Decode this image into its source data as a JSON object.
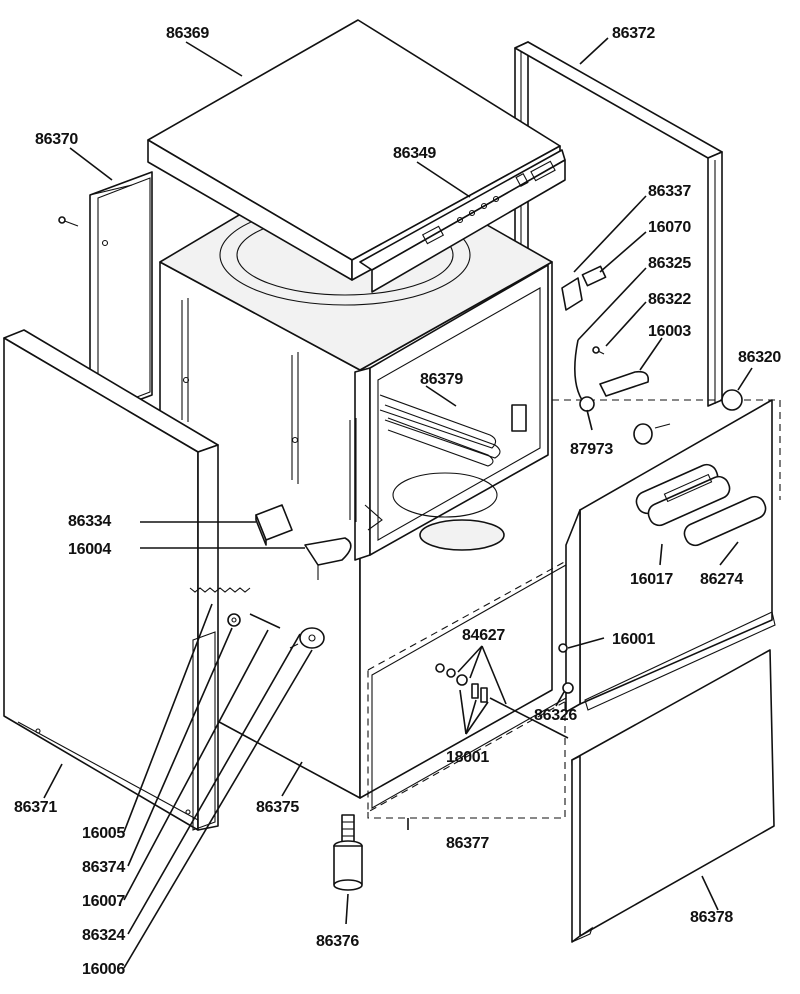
{
  "parts": [
    {
      "key": "p86369",
      "number": "86369"
    },
    {
      "key": "p86372",
      "number": "86372"
    },
    {
      "key": "p86370",
      "number": "86370"
    },
    {
      "key": "p86349",
      "number": "86349"
    },
    {
      "key": "p86337",
      "number": "86337"
    },
    {
      "key": "p16070",
      "number": "16070"
    },
    {
      "key": "p86325",
      "number": "86325"
    },
    {
      "key": "p86322",
      "number": "86322"
    },
    {
      "key": "p16003",
      "number": "16003"
    },
    {
      "key": "p86320",
      "number": "86320"
    },
    {
      "key": "p86379",
      "number": "86379"
    },
    {
      "key": "p87973",
      "number": "87973"
    },
    {
      "key": "p86334",
      "number": "86334"
    },
    {
      "key": "p16004",
      "number": "16004"
    },
    {
      "key": "p16017",
      "number": "16017"
    },
    {
      "key": "p86274",
      "number": "86274"
    },
    {
      "key": "p84627",
      "number": "84627"
    },
    {
      "key": "p16001",
      "number": "16001"
    },
    {
      "key": "p86326",
      "number": "86326"
    },
    {
      "key": "p18001",
      "number": "18001"
    },
    {
      "key": "p86371",
      "number": "86371"
    },
    {
      "key": "p86375",
      "number": "86375"
    },
    {
      "key": "p86377",
      "number": "86377"
    },
    {
      "key": "p16005",
      "number": "16005"
    },
    {
      "key": "p86374",
      "number": "86374"
    },
    {
      "key": "p16007",
      "number": "16007"
    },
    {
      "key": "p86324",
      "number": "86324"
    },
    {
      "key": "p86376",
      "number": "86376"
    },
    {
      "key": "p86378",
      "number": "86378"
    },
    {
      "key": "p16006",
      "number": "16006"
    }
  ]
}
